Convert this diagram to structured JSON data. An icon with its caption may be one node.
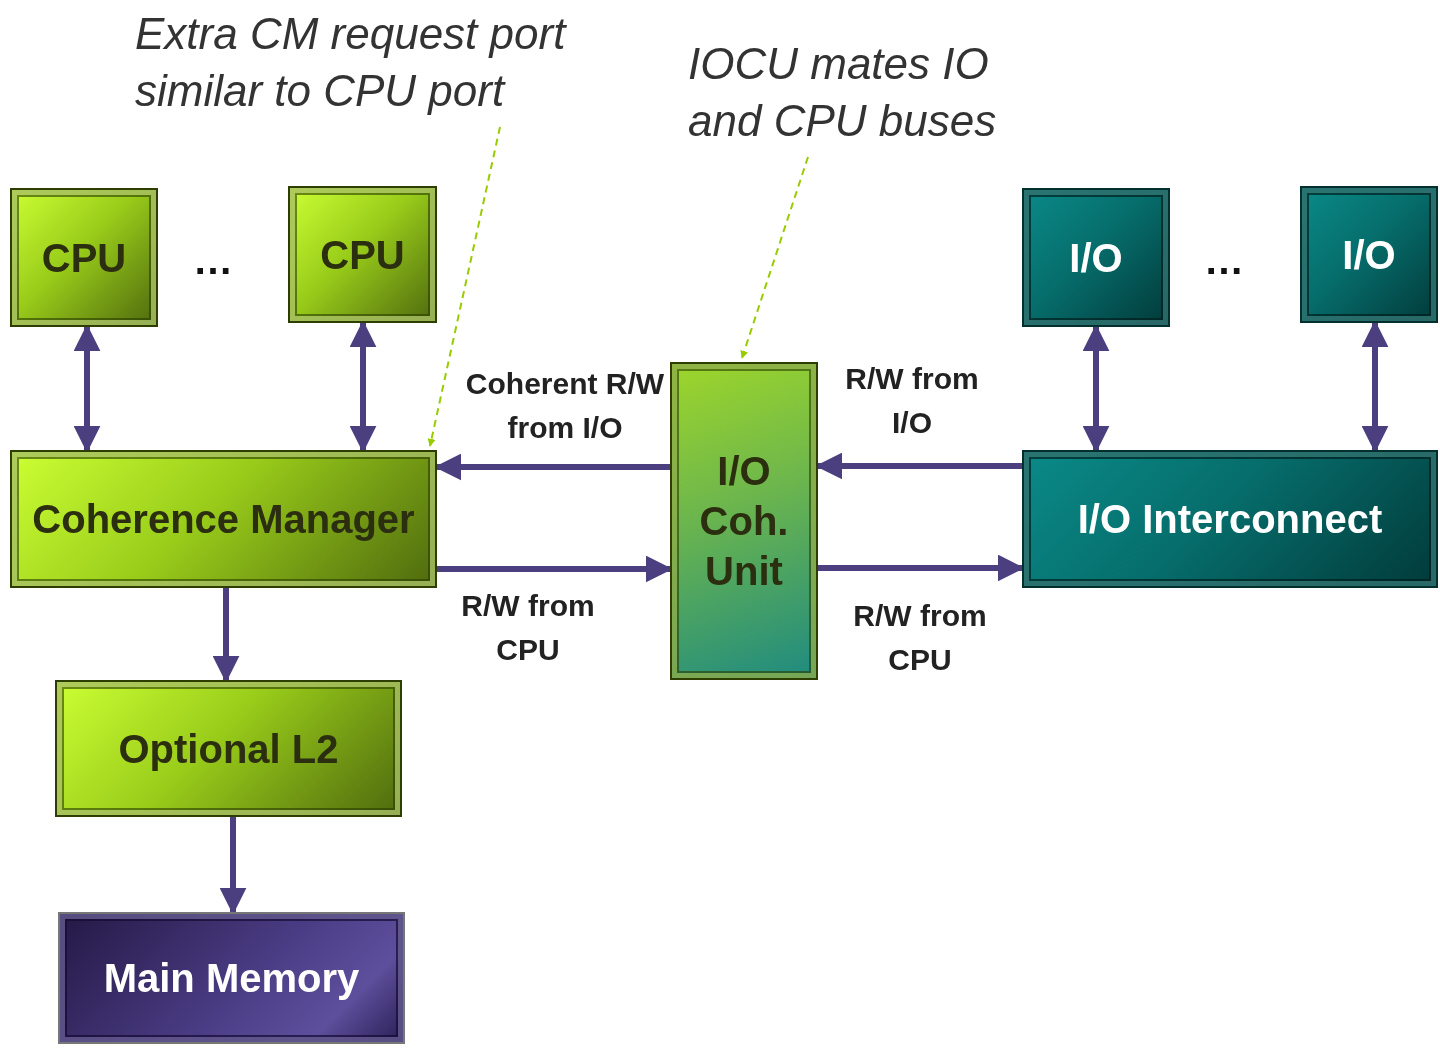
{
  "diagram": {
    "nodes": [
      {
        "text": [
          "Extra CM request port similar to CPU port"
        ]
      },
      {
        "text": [
          "IOCU mates IO and CPU buses"
        ]
      },
      {
        "text": [
          "CPU"
        ]
      },
      {
        "text": [
          "CPU"
        ]
      },
      {
        "text": [
          "I/O"
        ]
      },
      {
        "text": [
          "I/O"
        ]
      },
      {
        "text": [
          "Coherence Manager"
        ]
      },
      {
        "text": [
          "I/O Coh. Unit"
        ]
      },
      {
        "text": [
          "I/O Interconnect"
        ]
      },
      {
        "text": [
          "Optional L2"
        ]
      },
      {
        "text": [
          "Main Memory"
        ]
      }
    ],
    "edges": [
      {
        "from": 0,
        "to": 6,
        "arrow": "to",
        "style": "dashed",
        "color": "#99cc00"
      },
      {
        "from": 1,
        "to": 7,
        "arrow": "to",
        "style": "dashed",
        "color": "#99cc00"
      },
      {
        "from": 2,
        "to": 6,
        "arrow": "both"
      },
      {
        "from": 3,
        "to": 6,
        "arrow": "both"
      },
      {
        "from": 4,
        "to": 8,
        "arrow": "both"
      },
      {
        "from": 5,
        "to": 8,
        "arrow": "both"
      },
      {
        "from": 7,
        "to": 6,
        "arrow": "to",
        "label": "Coherent R/W from I/O"
      },
      {
        "from": 6,
        "to": 7,
        "arrow": "to",
        "label": "R/W from CPU"
      },
      {
        "from": 8,
        "to": 7,
        "arrow": "to",
        "label": "R/W from I/O"
      },
      {
        "from": 7,
        "to": 8,
        "arrow": "to",
        "label": "R/W from CPU"
      },
      {
        "from": 6,
        "to": 9,
        "arrow": "to"
      },
      {
        "from": 9,
        "to": 10,
        "arrow": "to"
      }
    ],
    "labels": [
      "…",
      "…"
    ]
  }
}
